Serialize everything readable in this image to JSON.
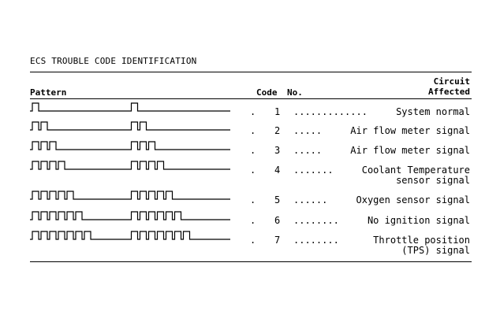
{
  "document": {
    "title": "ECS TROUBLE CODE IDENTIFICATION",
    "headers": {
      "pattern": "Pattern",
      "code": "Code",
      "no": "No.",
      "circuit_line1": "Circuit",
      "circuit_line2": "Affected"
    },
    "rows": [
      {
        "dot": ".",
        "code": "1",
        "leader": ".............",
        "circuit": [
          "System normal"
        ],
        "pulses": 1
      },
      {
        "dot": ".",
        "code": "2",
        "leader": ".....",
        "circuit": [
          "Air flow meter signal"
        ],
        "pulses": 2
      },
      {
        "dot": ".",
        "code": "3",
        "leader": ".....",
        "circuit": [
          "Air flow meter signal"
        ],
        "pulses": 3
      },
      {
        "dot": ".",
        "code": "4",
        "leader": ".......",
        "circuit": [
          "Coolant Temperature",
          "sensor signal"
        ],
        "pulses": 4
      },
      {
        "dot": ".",
        "code": "5",
        "leader": "......",
        "circuit": [
          "Oxygen sensor signal"
        ],
        "pulses": 5
      },
      {
        "dot": ".",
        "code": "6",
        "leader": "........",
        "circuit": [
          "No ignition signal"
        ],
        "pulses": 6
      },
      {
        "dot": ".",
        "code": "7",
        "leader": "........",
        "circuit": [
          "Throttle position",
          "(TPS) signal"
        ],
        "pulses": 7
      }
    ]
  }
}
